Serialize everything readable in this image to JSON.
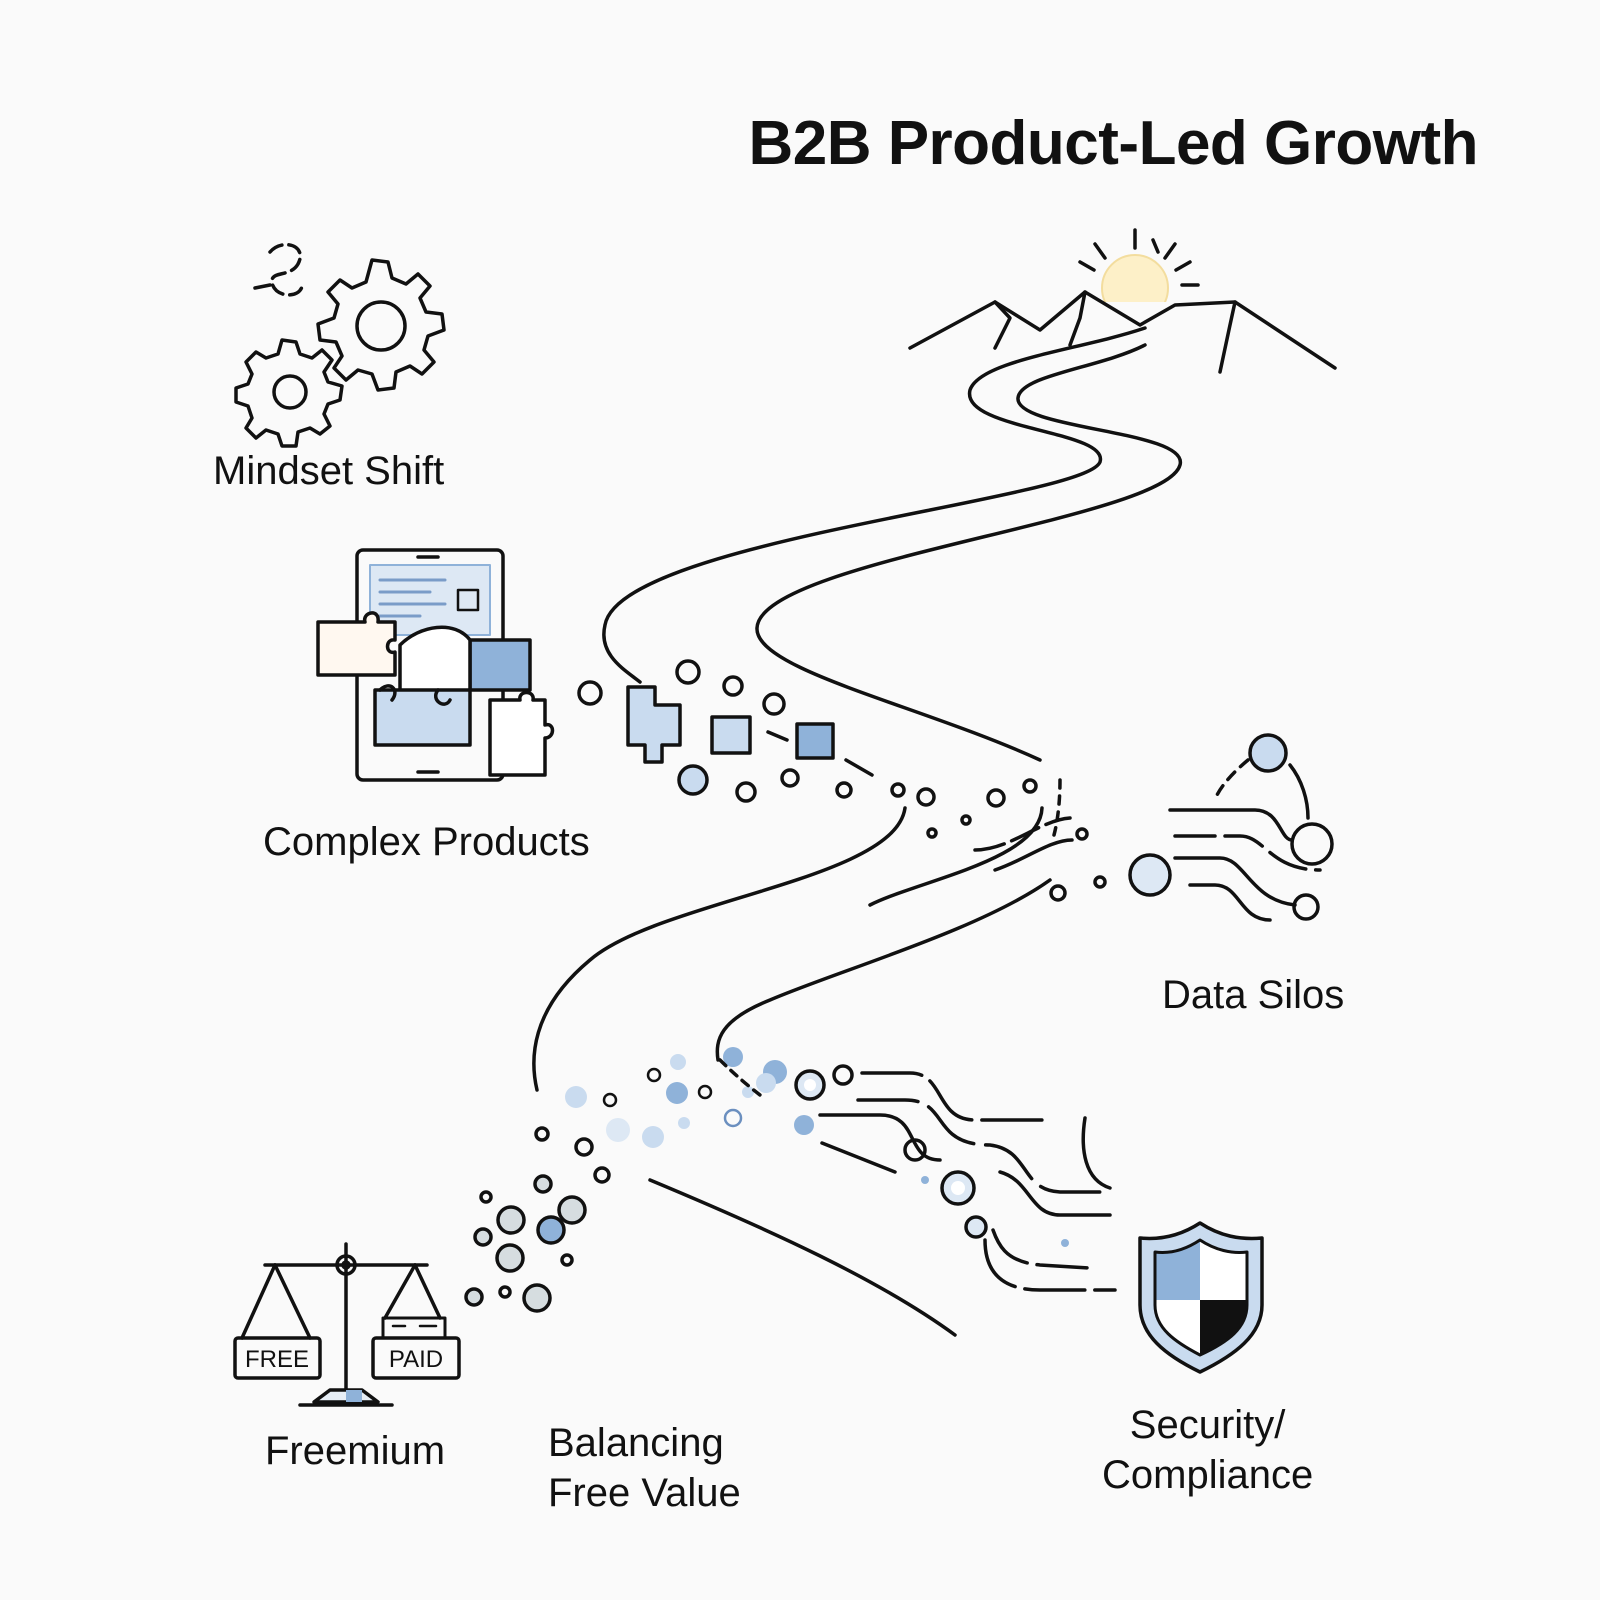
{
  "title": "B2B Product-Led Growth",
  "labels": {
    "mindset": "Mindset Shift",
    "complex": "Complex Products",
    "silos": "Data Silos",
    "freemium": "Freemium",
    "balancing_line1": "Balancing",
    "balancing_line2": "Free Value",
    "security_line1": "Security/",
    "security_line2": "Compliance"
  },
  "tags": {
    "free": "FREE",
    "paid": "PAID"
  },
  "colors": {
    "stroke": "#111111",
    "accent_blue": "#8fb2d9",
    "light_blue": "#c9dbef",
    "pale_blue": "#dde8f4",
    "sun": "#fdf0c8",
    "grey_fill": "#d6dde0"
  },
  "icons": [
    "gears-icon",
    "tablet-puzzle-icon",
    "mountain-sun-icon",
    "network-nodes-icon",
    "balance-scale-icon",
    "shield-icon"
  ]
}
